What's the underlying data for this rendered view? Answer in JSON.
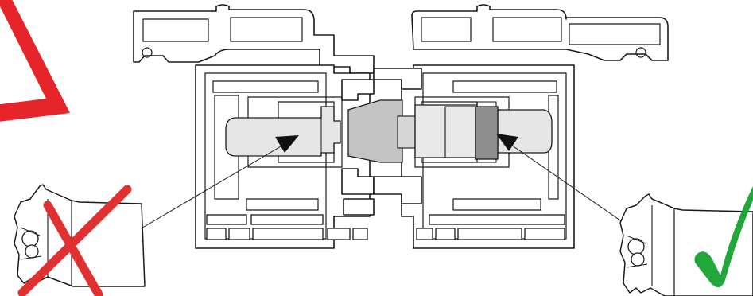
{
  "figure": {
    "elements": [
      "warning-triangle",
      "window-profile-left",
      "window-profile-right",
      "connector-wrong",
      "connector-correct",
      "red-x-mark",
      "green-check-mark"
    ]
  },
  "colors": {
    "warning_red": "#e5252a",
    "wrong_red": "#e03030",
    "check_green": "#22a83a",
    "connector_light": "#e6e6e6",
    "connector_mid": "#c4c4c4",
    "connector_dark": "#8e8e8e",
    "outline": "#1a1a1a"
  },
  "annotations": {
    "wrong_mark": "✗",
    "correct_mark": "✓"
  }
}
